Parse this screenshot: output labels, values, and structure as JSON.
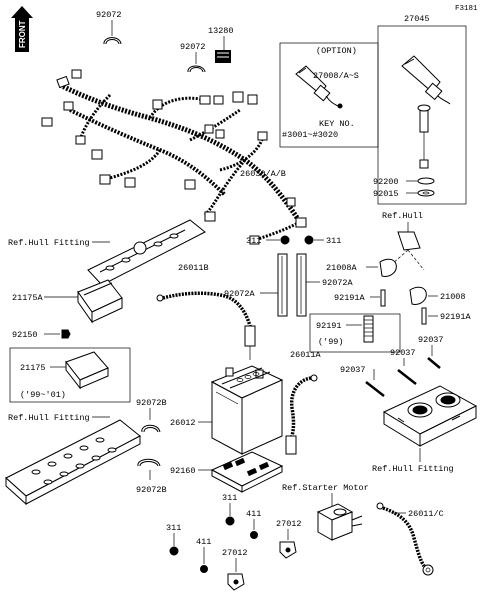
{
  "header": {
    "code": "F3181",
    "front_marker": "FRONT"
  },
  "option_box": {
    "title": "(OPTION)",
    "part": "27008/A~S",
    "key_title": "KEY NO.",
    "key_range": "#3001~#3020"
  },
  "year_boxes": {
    "box_1": {
      "part": "92191",
      "years": "('99)"
    },
    "box_2": {
      "part": "21175",
      "years": "('99~'01)"
    }
  },
  "references": {
    "hull_fitting": "Ref.Hull Fitting",
    "hull": "Ref.Hull",
    "starter_motor": "Ref.Starter Motor"
  },
  "parts": {
    "p92072": "92072",
    "p13280": "13280",
    "p27045": "27045",
    "p26030": "26030/A/B",
    "p92200": "92200",
    "p92015": "92015",
    "p311": "311",
    "p21008A": "21008A",
    "p21008": "21008",
    "p26011B": "26011B",
    "p92072A": "92072A",
    "p92191A": "92191A",
    "p21175A": "21175A",
    "p92150": "92150",
    "p26011A": "26011A",
    "p92037": "92037",
    "p92072B": "92072B",
    "p26012": "26012",
    "p92160": "92160",
    "p411": "411",
    "p27012": "27012",
    "p26011C": "26011/C"
  }
}
